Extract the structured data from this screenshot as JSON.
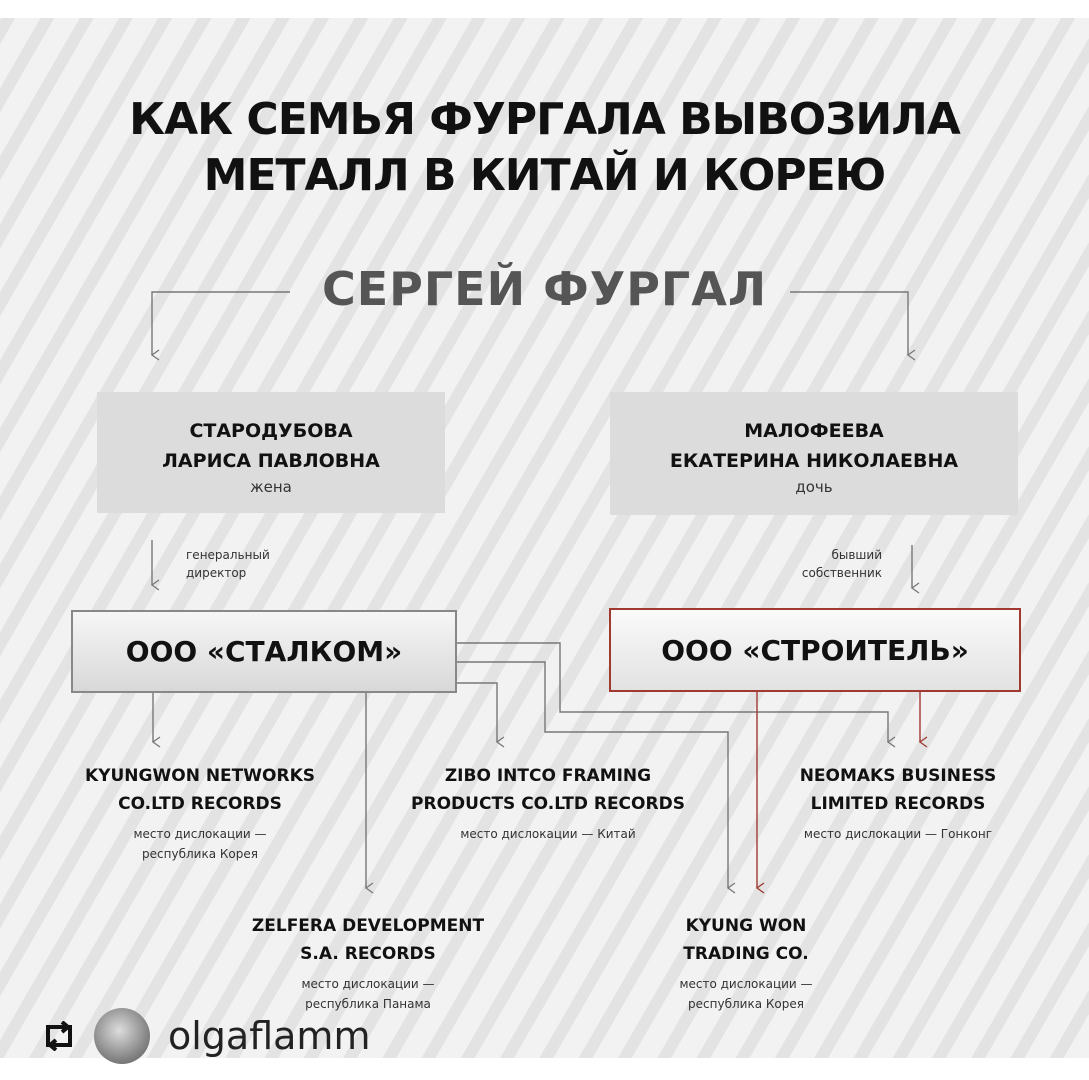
{
  "title": {
    "line1": "КАК СЕМЬЯ ФУРГАЛА ВЫВОЗИЛА",
    "line2": "МЕТАЛЛ В КИТАЙ И КОРЕЮ"
  },
  "person": "СЕРГЕЙ ФУРГАЛ",
  "left_person": {
    "line1": "СТАРОДУБОВА",
    "line2": "ЛАРИСА ПАВЛОВНА",
    "role": "жена",
    "relation1": "генеральный",
    "relation2": "директор"
  },
  "right_person": {
    "line1": "МАЛОФЕЕВА",
    "line2": "ЕКАТЕРИНА НИКОЛАЕВНА",
    "role": "дочь",
    "relation1": "бывший",
    "relation2": "собственник"
  },
  "companies": {
    "stalkom": "ООО «СТАЛКОМ»",
    "stroitel": "ООО «СТРОИТЕЛЬ»"
  },
  "recipients": [
    {
      "line1": "KYUNGWON NETWORKS",
      "line2": "CO.LTD RECORDS",
      "loc1": "место дислокации —",
      "loc2": "республика Корея"
    },
    {
      "line1": "ZIBO INTCO FRAMING",
      "line2": "PRODUCTS CO.LTD RECORDS",
      "loc1": "место дислокации — Китай",
      "loc2": ""
    },
    {
      "line1": "NEOMAKS BUSINESS",
      "line2": "LIMITED RECORDS",
      "loc1": "место дислокации — Гонконг",
      "loc2": ""
    },
    {
      "line1": "ZELFERA DEVELOPMENT",
      "line2": "S.A. RECORDS",
      "loc1": "место дислокации —",
      "loc2": "республика Панама"
    },
    {
      "line1": "KYUNG WON",
      "line2": "TRADING CO.",
      "loc1": "место дислокации —",
      "loc2": "республика Корея"
    }
  ],
  "footer": {
    "username": "olgaflamm",
    "repost_icon": "repost-icon"
  },
  "colors": {
    "red": "#a03a30",
    "gray": "#777777"
  }
}
